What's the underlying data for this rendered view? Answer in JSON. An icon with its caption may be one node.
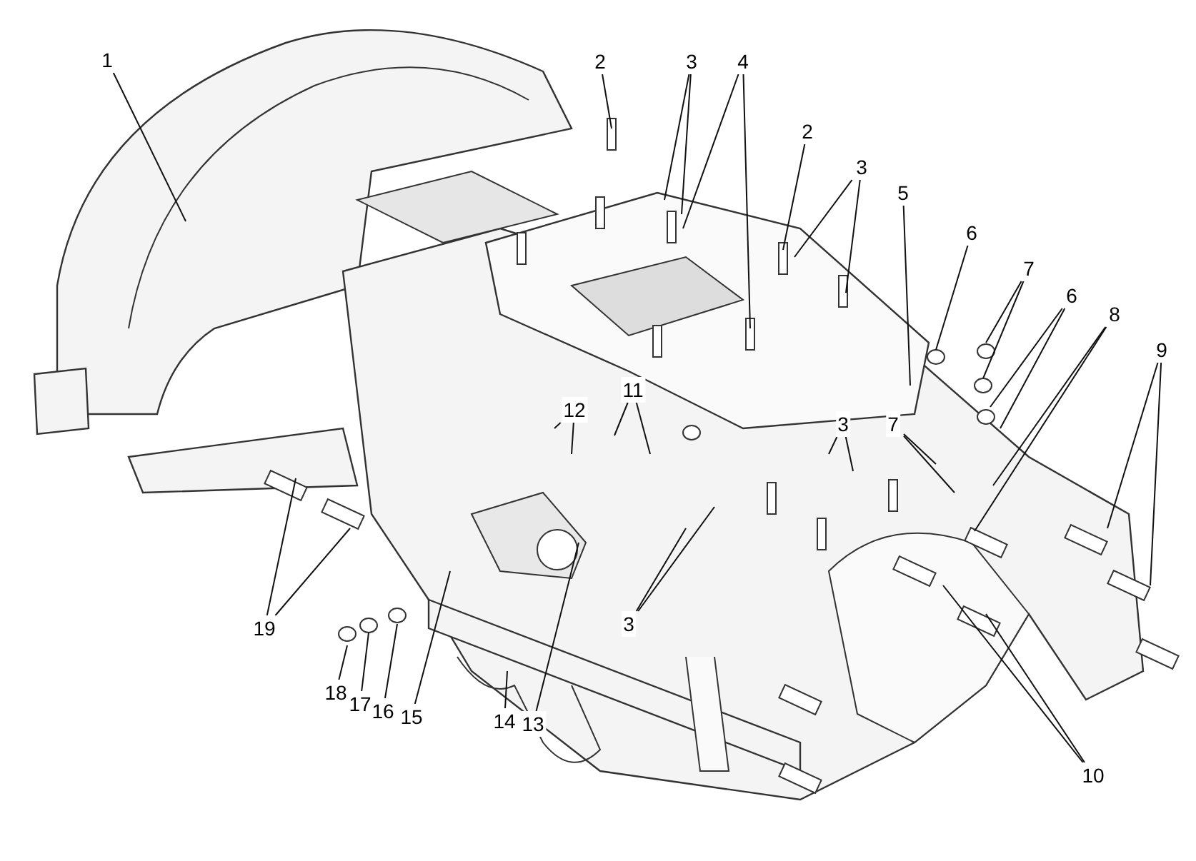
{
  "diagram": {
    "nodes": [
      {
        "text": [
          "1"
        ]
      },
      {
        "text": [
          "2"
        ]
      },
      {
        "text": [
          "3"
        ]
      },
      {
        "text": [
          "4"
        ]
      },
      {
        "text": [
          "2"
        ]
      },
      {
        "text": [
          "3"
        ]
      },
      {
        "text": [
          "5"
        ]
      },
      {
        "text": [
          "6"
        ]
      },
      {
        "text": [
          "7"
        ]
      },
      {
        "text": [
          "6"
        ]
      },
      {
        "text": [
          "8"
        ]
      },
      {
        "text": [
          "9"
        ]
      },
      {
        "text": [
          "11"
        ]
      },
      {
        "text": [
          "12"
        ]
      },
      {
        "text": [
          "3"
        ]
      },
      {
        "text": [
          "7"
        ]
      },
      {
        "text": [
          "19"
        ]
      },
      {
        "text": [
          "18"
        ]
      },
      {
        "text": [
          "17"
        ]
      },
      {
        "text": [
          "16"
        ]
      },
      {
        "text": [
          "15"
        ]
      },
      {
        "text": [
          "14"
        ]
      },
      {
        "text": [
          "13"
        ]
      },
      {
        "text": [
          "3"
        ]
      },
      {
        "text": [
          "10"
        ]
      }
    ],
    "edges": [
      {
        "from": 0,
        "to": null,
        "arrow": "none"
      },
      {
        "from": 1,
        "to": null,
        "arrow": "none"
      },
      {
        "from": 2,
        "to": null,
        "arrow": "none"
      },
      {
        "from": 2,
        "to": null,
        "arrow": "none"
      },
      {
        "from": 3,
        "to": null,
        "arrow": "none"
      },
      {
        "from": 3,
        "to": null,
        "arrow": "none"
      },
      {
        "from": 4,
        "to": null,
        "arrow": "none"
      },
      {
        "from": 5,
        "to": null,
        "arrow": "none"
      },
      {
        "from": 5,
        "to": null,
        "arrow": "none"
      },
      {
        "from": 6,
        "to": null,
        "arrow": "none"
      },
      {
        "from": 7,
        "to": null,
        "arrow": "none"
      },
      {
        "from": 8,
        "to": null,
        "arrow": "none"
      },
      {
        "from": 8,
        "to": null,
        "arrow": "none"
      },
      {
        "from": 9,
        "to": null,
        "arrow": "none"
      },
      {
        "from": 9,
        "to": null,
        "arrow": "none"
      },
      {
        "from": 10,
        "to": null,
        "arrow": "none"
      },
      {
        "from": 10,
        "to": null,
        "arrow": "none"
      },
      {
        "from": 11,
        "to": null,
        "arrow": "none"
      },
      {
        "from": 11,
        "to": null,
        "arrow": "none"
      },
      {
        "from": 12,
        "to": null,
        "arrow": "none"
      },
      {
        "from": 12,
        "to": null,
        "arrow": "none"
      },
      {
        "from": 13,
        "to": null,
        "arrow": "none"
      },
      {
        "from": 13,
        "to": null,
        "arrow": "none"
      },
      {
        "from": 14,
        "to": null,
        "arrow": "none"
      },
      {
        "from": 14,
        "to": null,
        "arrow": "none"
      },
      {
        "from": 15,
        "to": null,
        "arrow": "none"
      },
      {
        "from": 15,
        "to": null,
        "arrow": "none"
      },
      {
        "from": 16,
        "to": null,
        "arrow": "none"
      },
      {
        "from": 16,
        "to": null,
        "arrow": "none"
      },
      {
        "from": 17,
        "to": null,
        "arrow": "none"
      },
      {
        "from": 18,
        "to": null,
        "arrow": "none"
      },
      {
        "from": 19,
        "to": null,
        "arrow": "none"
      },
      {
        "from": 20,
        "to": null,
        "arrow": "none"
      },
      {
        "from": 21,
        "to": null,
        "arrow": "none"
      },
      {
        "from": 22,
        "to": null,
        "arrow": "none"
      },
      {
        "from": 23,
        "to": null,
        "arrow": "none"
      },
      {
        "from": 23,
        "to": null,
        "arrow": "none"
      },
      {
        "from": 24,
        "to": null,
        "arrow": "none"
      },
      {
        "from": 24,
        "to": null,
        "arrow": "none"
      }
    ]
  }
}
